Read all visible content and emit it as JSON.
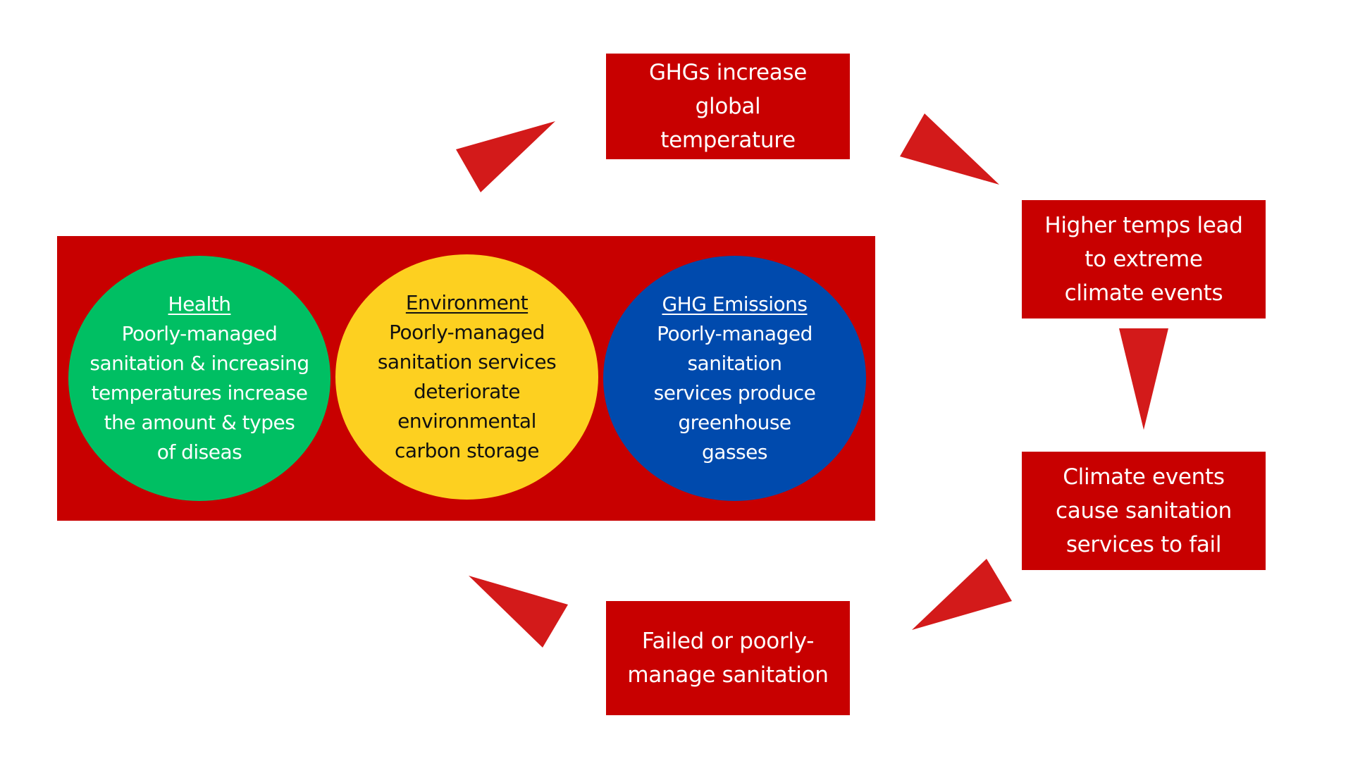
{
  "colors": {
    "background": "#FFFFFF",
    "box_red": "#C80000",
    "arrow_red": "#D31A1A",
    "health_green": "#00BF63",
    "environment_yellow": "#FDD020",
    "ghg_blue": "#004AAD"
  },
  "cycle": {
    "top": {
      "lines": [
        "GHGs increase",
        "global",
        "temperature"
      ]
    },
    "right_upper": {
      "lines": [
        "Higher temps lead",
        "to extreme",
        "climate events"
      ]
    },
    "right_lower": {
      "lines": [
        "Climate events",
        "cause sanitation",
        "services to fail"
      ]
    },
    "bottom": {
      "lines": [
        "Failed or poorly-",
        "manage sanitation"
      ]
    }
  },
  "impacts": {
    "health": {
      "title": "Health",
      "lines": [
        "Poorly-managed",
        "sanitation & increasing",
        "temperatures increase",
        "the amount & types",
        "of diseas"
      ]
    },
    "environment": {
      "title": "Environment",
      "lines": [
        "Poorly-managed",
        "sanitation services",
        "deteriorate",
        "environmental",
        "carbon storage"
      ]
    },
    "ghg": {
      "title": "GHG Emissions",
      "lines": [
        "Poorly-managed",
        "sanitation",
        "services produce",
        "greenhouse",
        "gasses"
      ]
    }
  },
  "arrows": [
    {
      "name": "arrow-top-to-right",
      "direction": "down-right"
    },
    {
      "name": "arrow-right-down",
      "direction": "down"
    },
    {
      "name": "arrow-right-to-bottom",
      "direction": "down-left"
    },
    {
      "name": "arrow-bottom-to-panel",
      "direction": "up-left"
    },
    {
      "name": "arrow-panel-to-top",
      "direction": "up-right"
    }
  ]
}
